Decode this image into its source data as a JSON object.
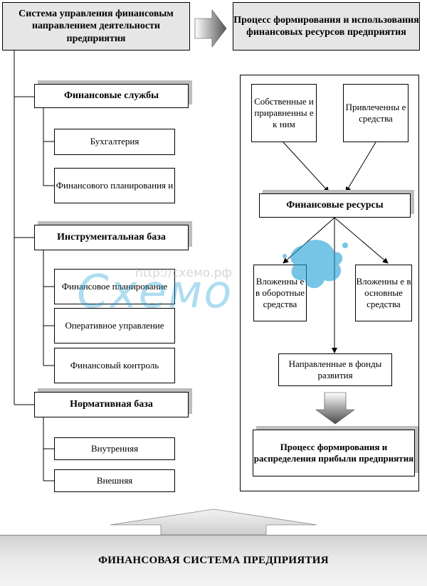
{
  "header": {
    "left_title": "Система управления финансовым направлением деятельности предприятия",
    "right_title": "Процесс формирования и использования финансовых ресурсов предприятия"
  },
  "left_column": {
    "sections": [
      {
        "title": "Финансовые службы",
        "items": [
          "Бухгалтерия",
          "Финансового планирования и"
        ]
      },
      {
        "title": "Инструментальная база",
        "items": [
          "Финансовое планирование",
          "Оперативное управление",
          "Финансовый контроль"
        ]
      },
      {
        "title": "Нормативная  база",
        "items": [
          "Внутренняя",
          "Внешняя"
        ]
      }
    ]
  },
  "right_column": {
    "sources": [
      "Собственные и приравненны е к ним",
      "Привлеченны е средства"
    ],
    "resources": "Финансовые ресурсы",
    "allocations": [
      "Вложенны е в оборотные средства",
      "Вложенны е в основные средства"
    ],
    "funds": "Направленные в фонды развития",
    "profit_process": "Процесс формирования и распределения прибыли предприятия"
  },
  "bottom_banner": "ФИНАНСОВАЯ СИСТЕМА ПРЕДПРИЯТИЯ",
  "watermark": {
    "url_text": "http://схемо.рф",
    "logo_text": "Схемо",
    "color": "#1a9fd6"
  }
}
